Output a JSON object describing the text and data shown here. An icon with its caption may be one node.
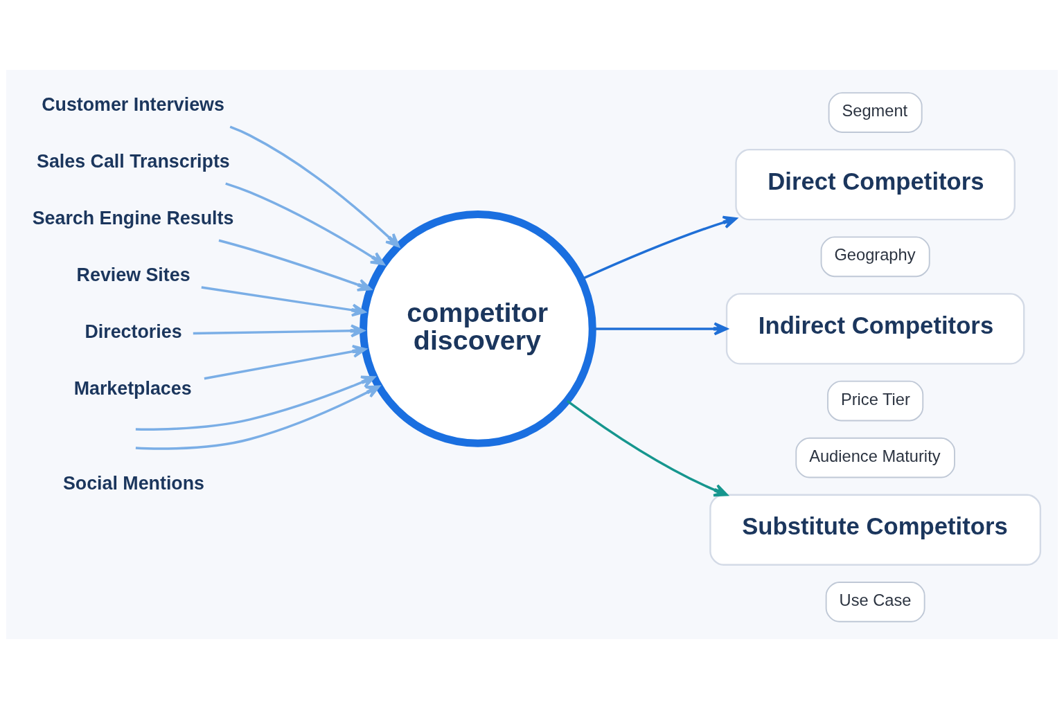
{
  "diagram": {
    "nodes": [
      {
        "text": [
          "Customer Interviews"
        ]
      },
      {
        "text": [
          "Sales Call Transcripts"
        ]
      },
      {
        "text": [
          "Search Engine Results"
        ]
      },
      {
        "text": [
          "Review Sites"
        ]
      },
      {
        "text": [
          "Directories"
        ]
      },
      {
        "text": [
          "Marketplaces"
        ]
      },
      {
        "text": [
          "Social Mentions"
        ]
      },
      {
        "text": [
          "competitor discovery"
        ]
      },
      {
        "text": [
          "Segment"
        ]
      },
      {
        "text": [
          "Direct Competitors"
        ]
      },
      {
        "text": [
          "Geography"
        ]
      },
      {
        "text": [
          "Indirect Competitors"
        ]
      },
      {
        "text": [
          "Price Tier"
        ]
      },
      {
        "text": [
          "Audience Maturity"
        ]
      },
      {
        "text": [
          "Substitute Competitors"
        ]
      },
      {
        "text": [
          "Use Case"
        ]
      }
    ],
    "edges": [
      {
        "from": 0,
        "to": 7,
        "arrow": "to"
      },
      {
        "from": 1,
        "to": 7,
        "arrow": "to"
      },
      {
        "from": 2,
        "to": 7,
        "arrow": "to"
      },
      {
        "from": 3,
        "to": 7,
        "arrow": "to"
      },
      {
        "from": 4,
        "to": 7,
        "arrow": "to"
      },
      {
        "from": 5,
        "to": 7,
        "arrow": "to"
      },
      {
        "from": null,
        "to": 7,
        "arrow": "to"
      },
      {
        "from": null,
        "to": 7,
        "arrow": "to"
      },
      {
        "from": 7,
        "to": 9,
        "arrow": "to",
        "color": "#1f6fd6"
      },
      {
        "from": 7,
        "to": 11,
        "arrow": "to",
        "color": "#1f6fd6"
      },
      {
        "from": 7,
        "to": 14,
        "arrow": "to",
        "color": "#16968e"
      }
    ]
  }
}
